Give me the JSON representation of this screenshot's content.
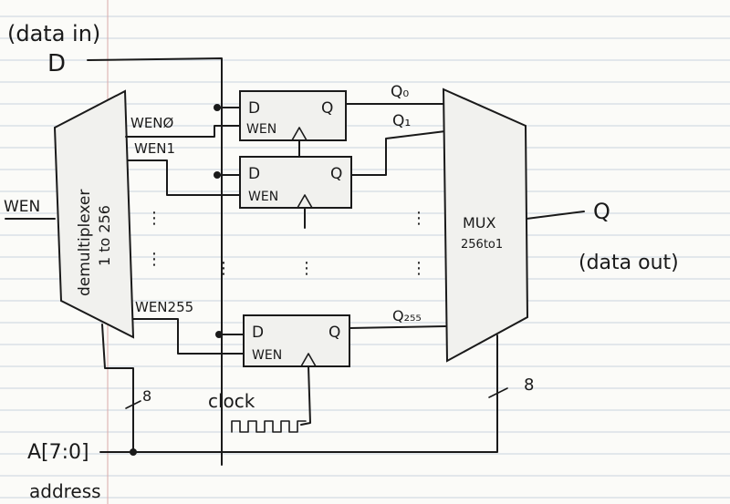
{
  "labels": {
    "data_in_note": "(data in)",
    "d_input": "D",
    "wen_input": "WEN",
    "demux": "demultiplexer",
    "demux_ratio": "1 to 256",
    "wen0": "WENØ",
    "wen1": "WEN1",
    "wen255": "WEN255",
    "ff_d": "D",
    "ff_q": "Q",
    "ff_wen": "WEN",
    "q0": "Q₀",
    "q1": "Q₁",
    "q255": "Q₂₅₅",
    "mux": "MUX",
    "mux_ratio": "256to1",
    "q_output": "Q",
    "data_out_note": "(data out)",
    "clock": "clock",
    "address_bus": "A[7:0]",
    "address_word": "address",
    "bus_width_left": "8",
    "bus_width_right": "8"
  }
}
